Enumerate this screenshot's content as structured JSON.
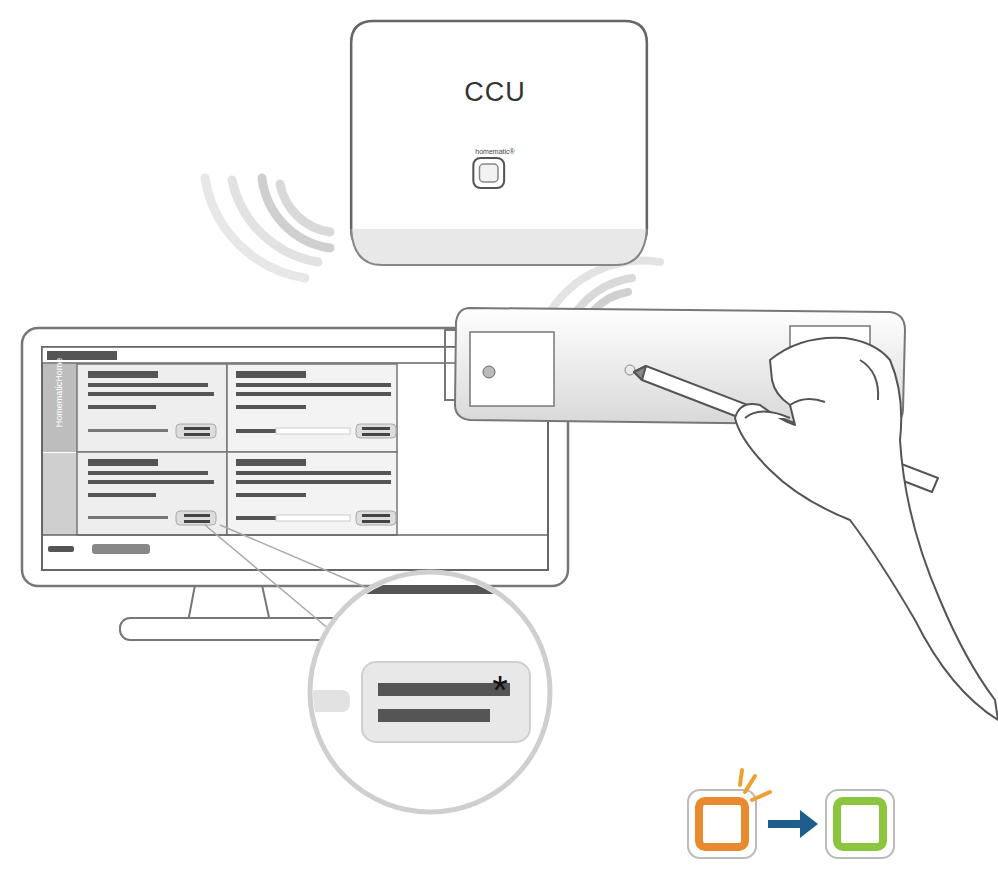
{
  "diagram": {
    "nodes": [
      {
        "text": [
          "CCU",
          "homematic®"
        ]
      }
    ],
    "labels": [
      "HomematicHome",
      "*"
    ]
  }
}
